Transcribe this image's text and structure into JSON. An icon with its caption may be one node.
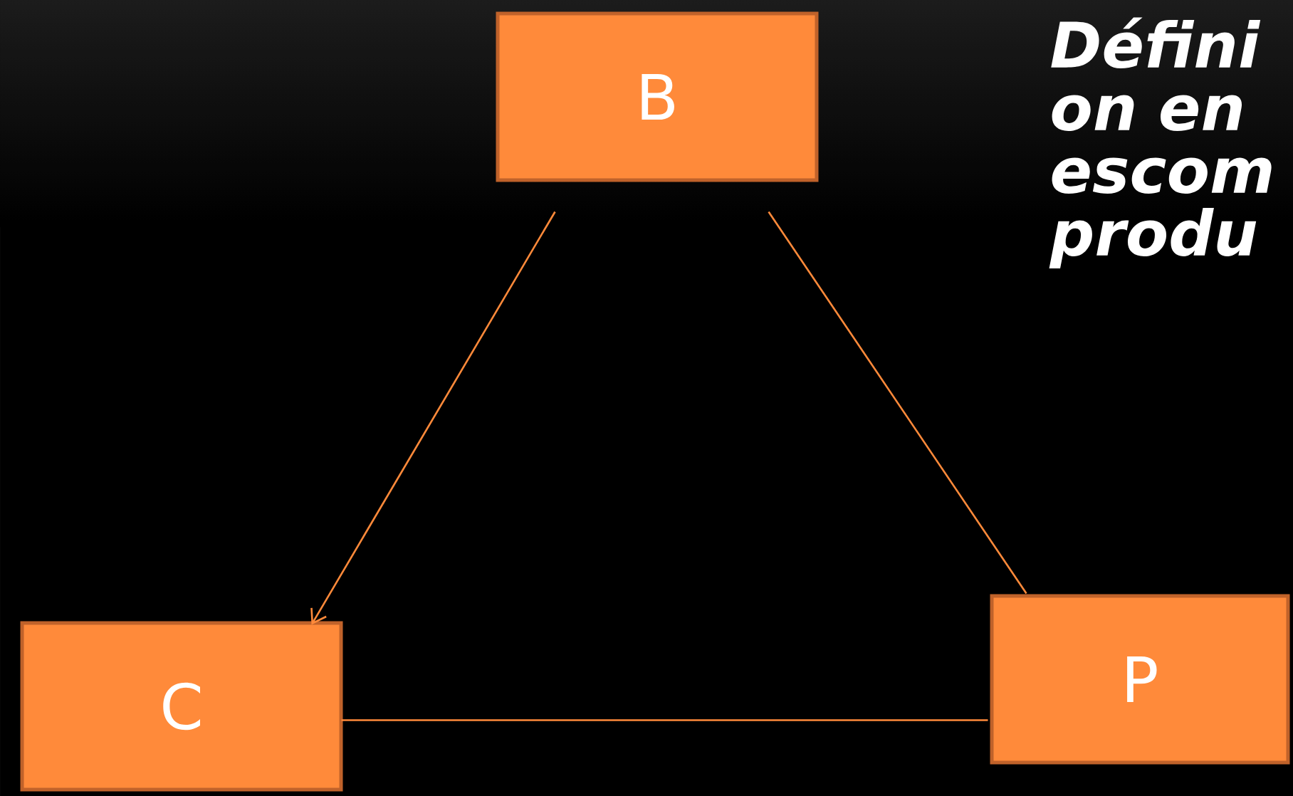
{
  "diagram": {
    "nodes": [
      {
        "text": [
          "B"
        ]
      },
      {
        "text": [
          "C"
        ]
      },
      {
        "text": [
          "P"
        ]
      }
    ],
    "edges": [
      {
        "from": 0,
        "to": 1,
        "arrow": "to"
      },
      {
        "from": 0,
        "to": 2,
        "arrow": "none"
      },
      {
        "from": 1,
        "to": 2,
        "arrow": "none"
      }
    ],
    "labels": [
      "Défini on en escom produ"
    ]
  }
}
